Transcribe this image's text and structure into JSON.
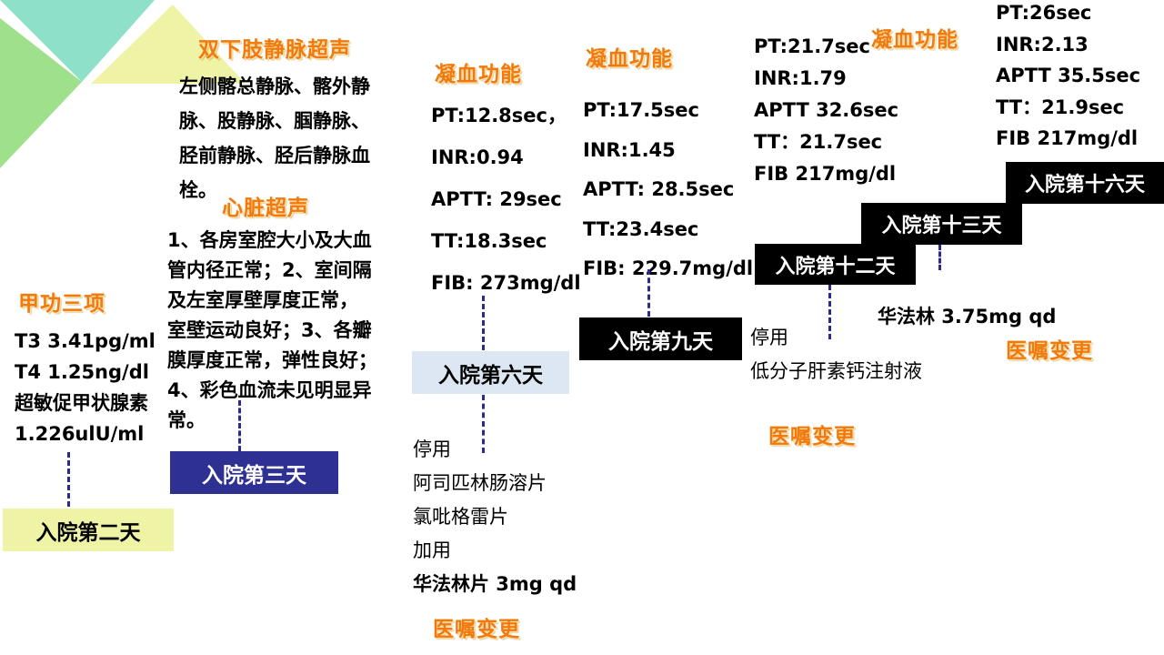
{
  "day2": {
    "box": "入院第二天",
    "header": "甲功三项",
    "lines": [
      "T3 3.41pg/ml",
      "T4 1.25ng/dl",
      "超敏促甲状腺素",
      "1.226ulU/ml"
    ]
  },
  "day3": {
    "box": "入院第三天",
    "ultrasound_header": "双下肢静脉超声",
    "ultrasound_lines": [
      "左侧髂总静脉、髂外静",
      "脉、股静脉、腘静脉、",
      "胫前静脉、胫后静脉血",
      "栓。"
    ],
    "echo_header": "心脏超声",
    "echo_lines": [
      "1、各房室腔大小及大血",
      "管内径正常；2、室间隔",
      "及左室厚壁厚度正常，",
      "室壁运动良好；3、各瓣",
      "膜厚度正常，弹性良好；",
      "4、彩色血流未见明显异",
      "常。"
    ]
  },
  "day6": {
    "box": "入院第六天",
    "header": "凝血功能",
    "lines": [
      "PT:12.8sec，",
      "INR:0.94",
      "APTT: 29sec",
      "TT:18.3sec",
      "FIB: 273mg/dl"
    ],
    "order_lines": [
      "停用",
      "阿司匹林肠溶片",
      "氯吡格雷片",
      "加用",
      "华法林片 3mg qd"
    ],
    "order_header": "医嘱变更"
  },
  "day9": {
    "box": "入院第九天",
    "header": "凝血功能",
    "lines": [
      "PT:17.5sec",
      "INR:1.45",
      "APTT: 28.5sec",
      "TT:23.4sec",
      "FIB: 229.7mg/dl"
    ]
  },
  "day12": {
    "box": "入院第十二天",
    "order_lines": [
      "停用",
      "低分子肝素钙注射液"
    ],
    "order_header": "医嘱变更"
  },
  "day13": {
    "box": "入院第十三天",
    "header": "凝血功能",
    "lines": [
      "PT:21.7sec",
      "INR:1.79",
      "APTT 32.6sec",
      "TT：21.7sec",
      "FIB 217mg/dl"
    ],
    "order_line": "华法林  3.75mg  qd",
    "order_header": "医嘱变更"
  },
  "day16": {
    "box": "入院第十六天",
    "lines": [
      "PT:26sec",
      "INR:2.13",
      "APTT 35.5sec",
      "TT：21.9sec",
      "FIB 217mg/dl"
    ]
  },
  "colors": {
    "teal": "#8ee0c8",
    "green": "#9fe08a",
    "yellow": "#eff3a6",
    "navy": "#2e3192",
    "lightblue": "#dce7f3",
    "black": "#000000",
    "orange": "#f07a10"
  }
}
